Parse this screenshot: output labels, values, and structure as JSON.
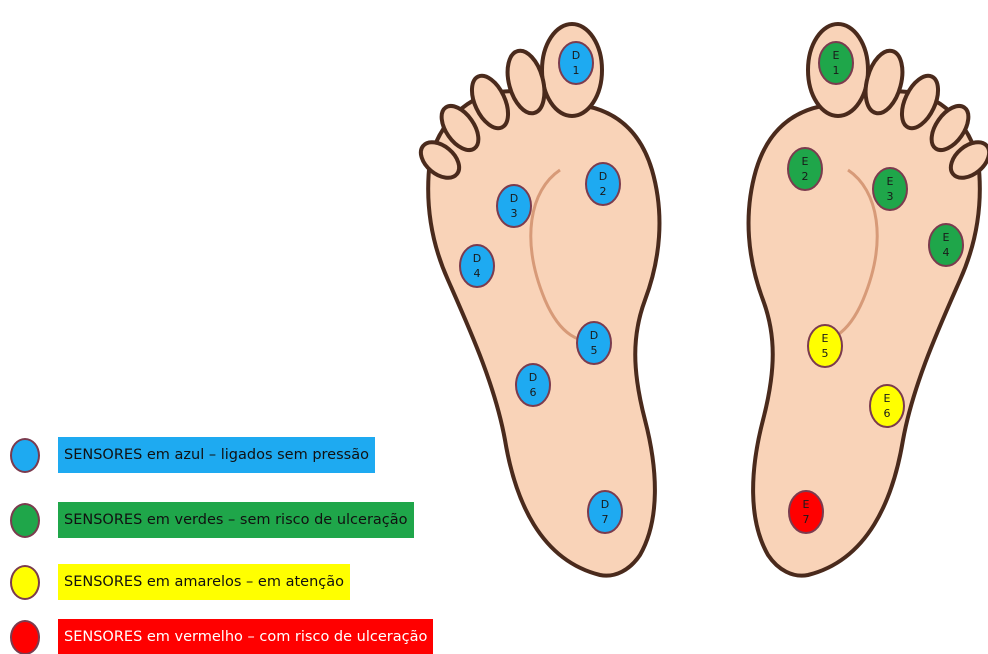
{
  "colors": {
    "blue": "#1eaaf1",
    "green": "#1fa64a",
    "yellow": "#ffff00",
    "red": "#ff0000",
    "skin": "#f9d3b8",
    "outline": "#4a2a1c",
    "sensor_border": "#7b3b4e"
  },
  "right_foot": {
    "sensors": [
      {
        "letter": "D",
        "num": "1",
        "state": "blue"
      },
      {
        "letter": "D",
        "num": "2",
        "state": "blue"
      },
      {
        "letter": "D",
        "num": "3",
        "state": "blue"
      },
      {
        "letter": "D",
        "num": "4",
        "state": "blue"
      },
      {
        "letter": "D",
        "num": "5",
        "state": "blue"
      },
      {
        "letter": "D",
        "num": "6",
        "state": "blue"
      },
      {
        "letter": "D",
        "num": "7",
        "state": "blue"
      }
    ]
  },
  "left_foot": {
    "sensors": [
      {
        "letter": "E",
        "num": "1",
        "state": "green"
      },
      {
        "letter": "E",
        "num": "2",
        "state": "green"
      },
      {
        "letter": "E",
        "num": "3",
        "state": "green"
      },
      {
        "letter": "E",
        "num": "4",
        "state": "green"
      },
      {
        "letter": "E",
        "num": "5",
        "state": "yellow"
      },
      {
        "letter": "E",
        "num": "6",
        "state": "yellow"
      },
      {
        "letter": "E",
        "num": "7",
        "state": "red"
      }
    ]
  },
  "legend": [
    {
      "color": "blue",
      "label": "SENSORES em azul – ligados sem pressão"
    },
    {
      "color": "green",
      "label": "SENSORES em verdes – sem risco de ulceração"
    },
    {
      "color": "yellow",
      "label": "SENSORES em amarelos – em atenção"
    },
    {
      "color": "red",
      "label": "SENSORES em vermelho – com risco de ulceração"
    }
  ]
}
